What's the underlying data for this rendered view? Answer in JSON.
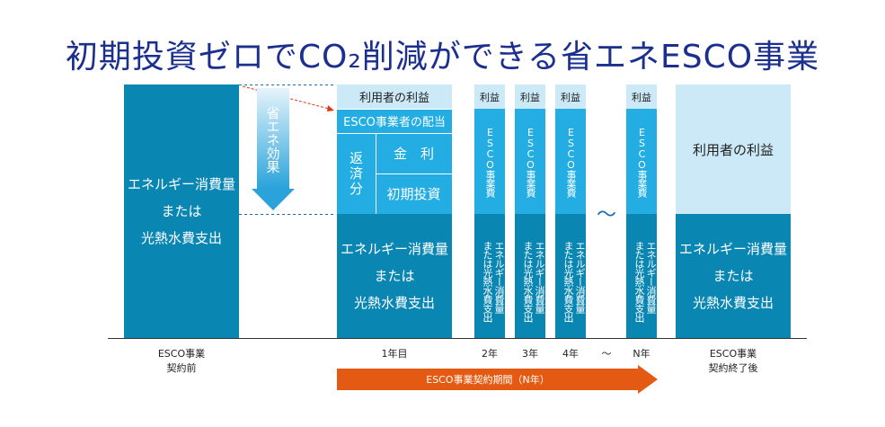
{
  "title": "初期投資ゼロでCO₂削減ができる省エネESCO事業",
  "before": {
    "cost_label": "エネルギー消費量\nまたは\n光熱水費支出",
    "axis_label": "ESCO事業\n契約前"
  },
  "effect": {
    "label": "省エネ効果"
  },
  "year1": {
    "user_profit": "利用者の利益",
    "esco_share": "ESCO事業者の配当",
    "repayment": "返済分",
    "interest": "金　利",
    "initial_investment": "初期投資",
    "cost_label": "エネルギー消費量\nまたは\n光熱水費支出",
    "axis_label": "1年目"
  },
  "years": [
    {
      "axis_label": "2年",
      "profit": "利益",
      "esco_fee": "ESCO事業費",
      "cost_label": "エネルギー消費量\nまたは光熱水費支出"
    },
    {
      "axis_label": "3年",
      "profit": "利益",
      "esco_fee": "ESCO事業費",
      "cost_label": "エネルギー消費量\nまたは光熱水費支出"
    },
    {
      "axis_label": "4年",
      "profit": "利益",
      "esco_fee": "ESCO事業費",
      "cost_label": "エネルギー消費量\nまたは光熱水費支出"
    },
    {
      "axis_label": "N年",
      "profit": "利益",
      "esco_fee": "ESCO事業費",
      "cost_label": "エネルギー消費量\nまたは光熱水費支出"
    }
  ],
  "tilde": "～",
  "after": {
    "user_profit": "利用者の利益",
    "cost_label": "エネルギー消費量\nまたは\n光熱水費支出",
    "axis_label": "ESCO事業\n契約終了後"
  },
  "contract_period": "ESCO事業契約期間（N年）",
  "colors": {
    "title": "#1b2f8f",
    "dark": "#0a86b3",
    "mid": "#23ade2",
    "light": "#cce9f7",
    "arrow": "#e55a12"
  }
}
